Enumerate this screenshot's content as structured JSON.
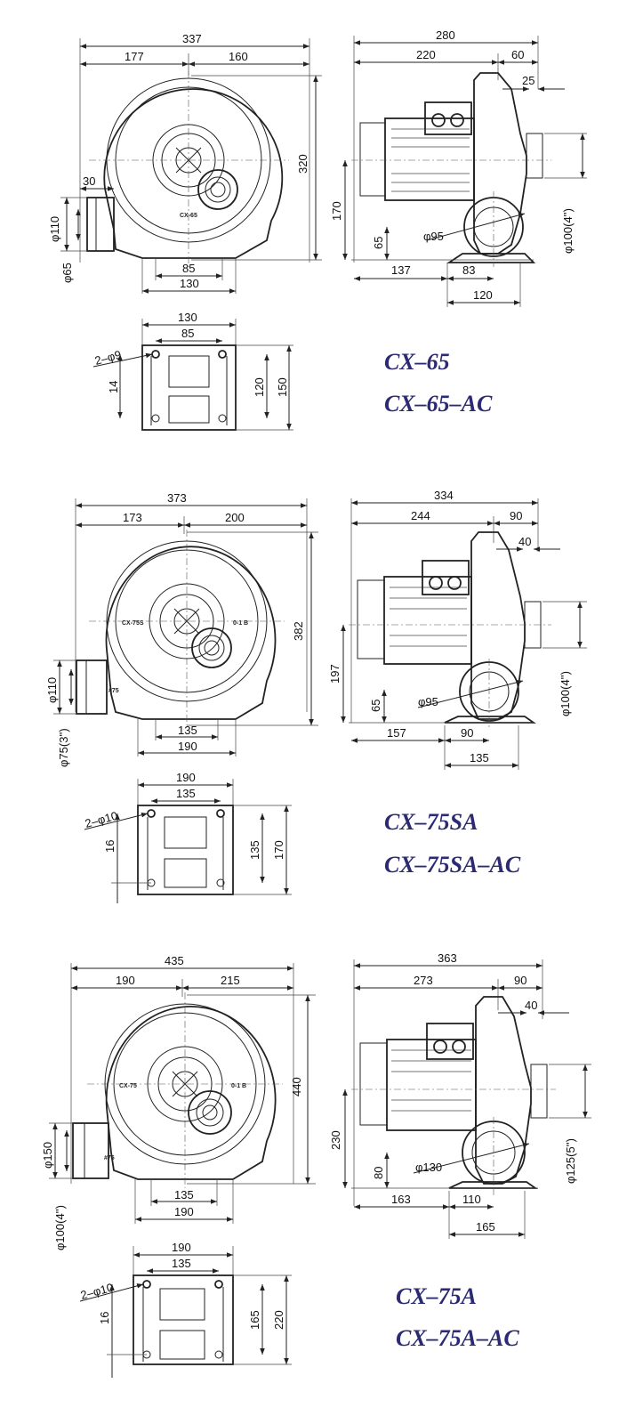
{
  "models": [
    {
      "names": [
        "CX–65",
        "CX–65–AC"
      ],
      "front": {
        "overall_width": "337",
        "left": "177",
        "right": "160",
        "height": "320",
        "outlet_offset": "30",
        "outlet_dia": "φ110",
        "inlet_dia": "φ65",
        "base_inner": "85",
        "base_outer": "130",
        "label": "CX-65"
      },
      "side": {
        "overall": "280",
        "motor": "220",
        "housing": "60",
        "flange": "25",
        "shaft_height": "170",
        "foot_height": "65",
        "bore": "φ95",
        "port": "φ100(4'')",
        "base_left": "137",
        "base_mid": "83",
        "base_right": "120"
      },
      "base": {
        "outer": "130",
        "inner": "85",
        "holes": "2–φ9",
        "hole_offset": "14",
        "depth_inner": "120",
        "depth_outer": "150"
      }
    },
    {
      "names": [
        "CX–75SA",
        "CX–75SA–AC"
      ],
      "front": {
        "overall_width": "373",
        "left": "173",
        "right": "200",
        "height": "382",
        "outlet_dia": "φ110",
        "inlet_dia": "φ75(3'')",
        "base_inner": "135",
        "base_outer": "190",
        "label": "CX-75S",
        "label2": "0-1 B",
        "label3": "#75"
      },
      "side": {
        "overall": "334",
        "motor": "244",
        "housing": "90",
        "flange": "40",
        "shaft_height": "197",
        "foot_height": "65",
        "bore": "φ95",
        "port": "φ100(4'')",
        "base_left": "157",
        "base_mid": "90",
        "base_right": "135"
      },
      "base": {
        "outer": "190",
        "inner": "135",
        "holes": "2–φ10",
        "hole_offset": "16",
        "depth_inner": "135",
        "depth_outer": "170"
      }
    },
    {
      "names": [
        "CX–75A",
        "CX–75A–AC"
      ],
      "front": {
        "overall_width": "435",
        "left": "190",
        "right": "215",
        "height": "440",
        "outlet_dia": "φ150",
        "inlet_dia": "φ100(4'')",
        "base_inner": "135",
        "base_outer": "190",
        "label": "CX-75",
        "label2": "0-1 B",
        "label3": "#75"
      },
      "side": {
        "overall": "363",
        "motor": "273",
        "housing": "90",
        "flange": "40",
        "shaft_height": "230",
        "foot_height": "80",
        "bore": "φ130",
        "port": "φ125(5'')",
        "base_left": "163",
        "base_mid": "110",
        "base_right": "165"
      },
      "base": {
        "outer": "190",
        "inner": "135",
        "holes": "2–φ10",
        "hole_offset": "16",
        "depth_inner": "165",
        "depth_outer": "220"
      }
    }
  ]
}
